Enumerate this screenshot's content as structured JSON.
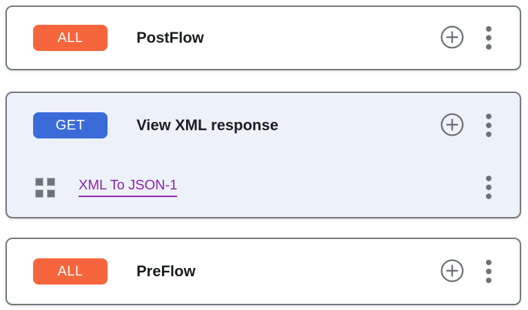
{
  "colors": {
    "verb_all_badge": "#f6653c",
    "verb_get_badge": "#3b6bd8",
    "selected_card_bg": "#edf1fa",
    "card_border": "#73777b",
    "icon_gray": "#6e7276",
    "title_text": "#1c1d1f",
    "policy_link": "#8e24aa"
  },
  "icons": {
    "add": "plus-circle-icon",
    "menu": "kebab-menu-icon",
    "drag": "drag-handle-icon"
  },
  "cards": [
    {
      "verb": "ALL",
      "title": "PostFlow",
      "selected": false,
      "policies": []
    },
    {
      "verb": "GET",
      "title": "View XML response",
      "selected": true,
      "policies": [
        {
          "name": "XML To JSON-1"
        }
      ]
    },
    {
      "verb": "ALL",
      "title": "PreFlow",
      "selected": false,
      "policies": []
    }
  ]
}
